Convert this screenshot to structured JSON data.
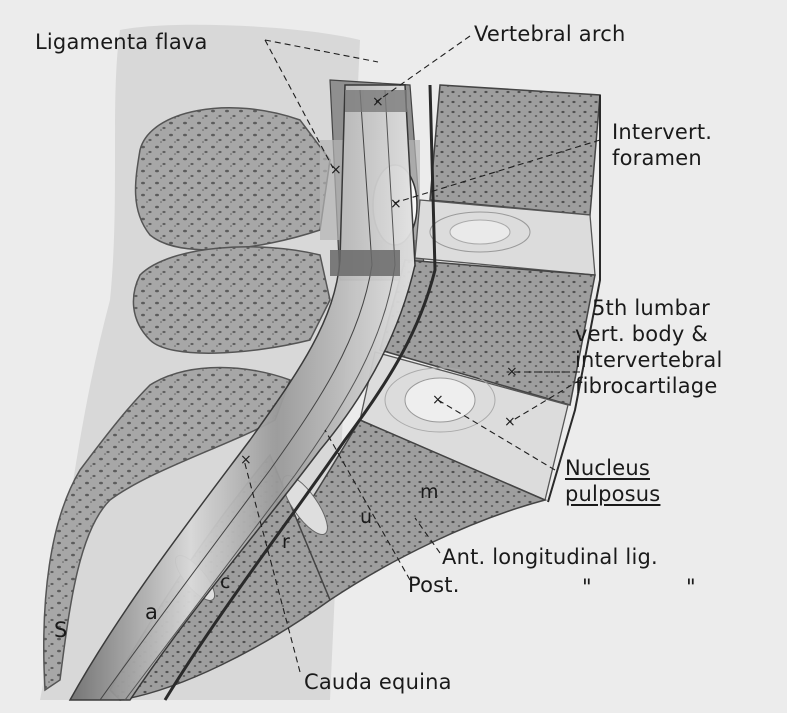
{
  "labels": {
    "ligamenta_flava": "Ligamenta flava",
    "vertebral_arch": "Vertebral arch",
    "intervert_foramen_1": "Intervert.",
    "intervert_foramen_2": "foramen",
    "lumbar_1": "5th lumbar",
    "lumbar_2": "vert. body &",
    "lumbar_3": "intervertebral",
    "lumbar_4": "fibrocartilage",
    "nucleus_1": "Nucleus",
    "nucleus_2": "pulposus",
    "ant_lig": "Ant. longitudinal lig.",
    "post_lig": "Post.",
    "ditto_1": "\"",
    "ditto_2": "\"",
    "cauda": "Cauda equina",
    "sacrum_s": "S",
    "sacrum_a": "a",
    "sacrum_c": "c",
    "sacrum_r": "r",
    "sacrum_u": "u",
    "sacrum_m": "m"
  },
  "colors": {
    "background": "#ececec",
    "bone": "#a9a9a9",
    "bone_dark": "#6d6d6d",
    "disc": "#dcdcdc",
    "canal": "#f4f4f4",
    "nerve": "#8c8c8c",
    "ink": "#1a1a1a"
  }
}
